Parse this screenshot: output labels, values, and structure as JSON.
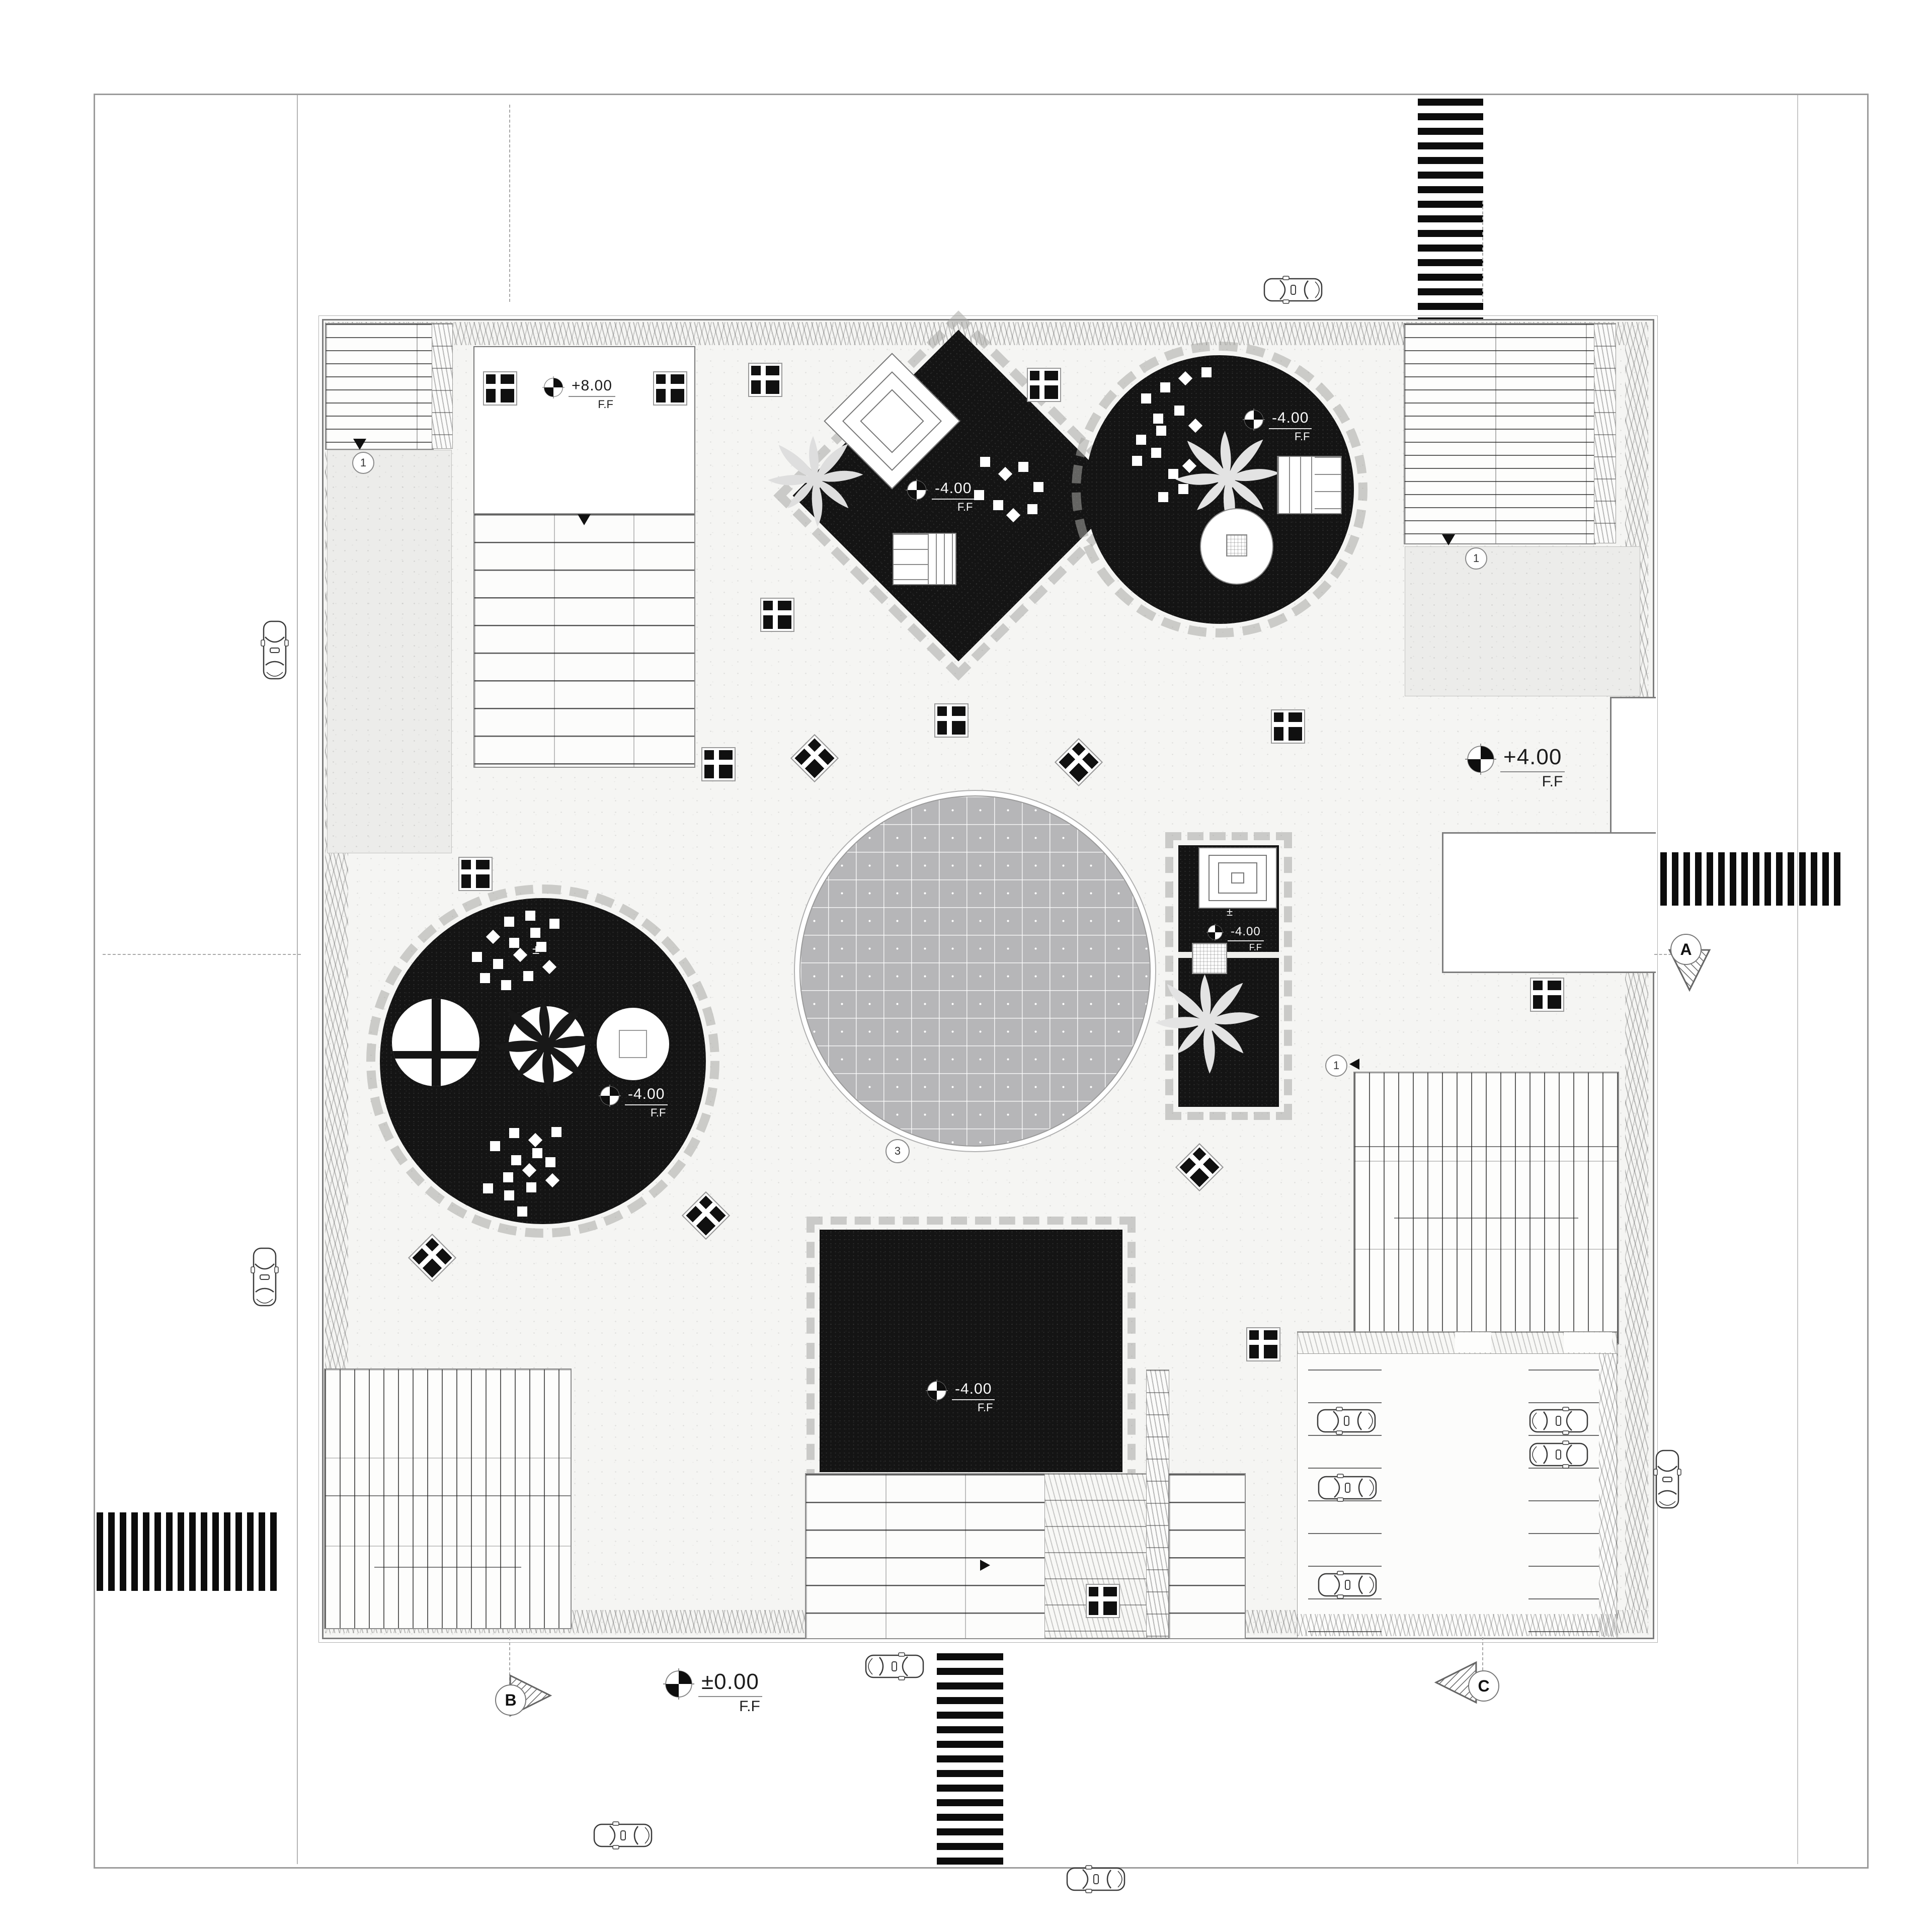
{
  "colors": {
    "ink": "#141414",
    "paper": "#ffffff",
    "pool_gray": "#b6b6b8",
    "stripe_black": "#0c0c0c"
  },
  "levels": {
    "nw_building": {
      "value": "+8.00",
      "datum": "F.F"
    },
    "diamond_court": {
      "value": "-4.00",
      "datum": "F.F"
    },
    "ne_circle": {
      "value": "-4.00",
      "datum": "F.F"
    },
    "west_circle": {
      "value": "-4.00",
      "datum": "F.F"
    },
    "east_court": {
      "value": "-4.00",
      "datum": "F.F"
    },
    "south_plaza": {
      "value": "-4.00",
      "datum": "F.F"
    },
    "east_terrace": {
      "value": "+4.00",
      "datum": "F.F"
    },
    "ground": {
      "value": "±0.00",
      "datum": "F.F"
    }
  },
  "section_markers": {
    "a": "A",
    "b": "B",
    "c": "C"
  },
  "detail_callouts": {
    "nw_roof": "1",
    "ne_roof": "1",
    "east_court": "1",
    "pool": "3"
  },
  "misc": {
    "plus_minus": "±"
  }
}
